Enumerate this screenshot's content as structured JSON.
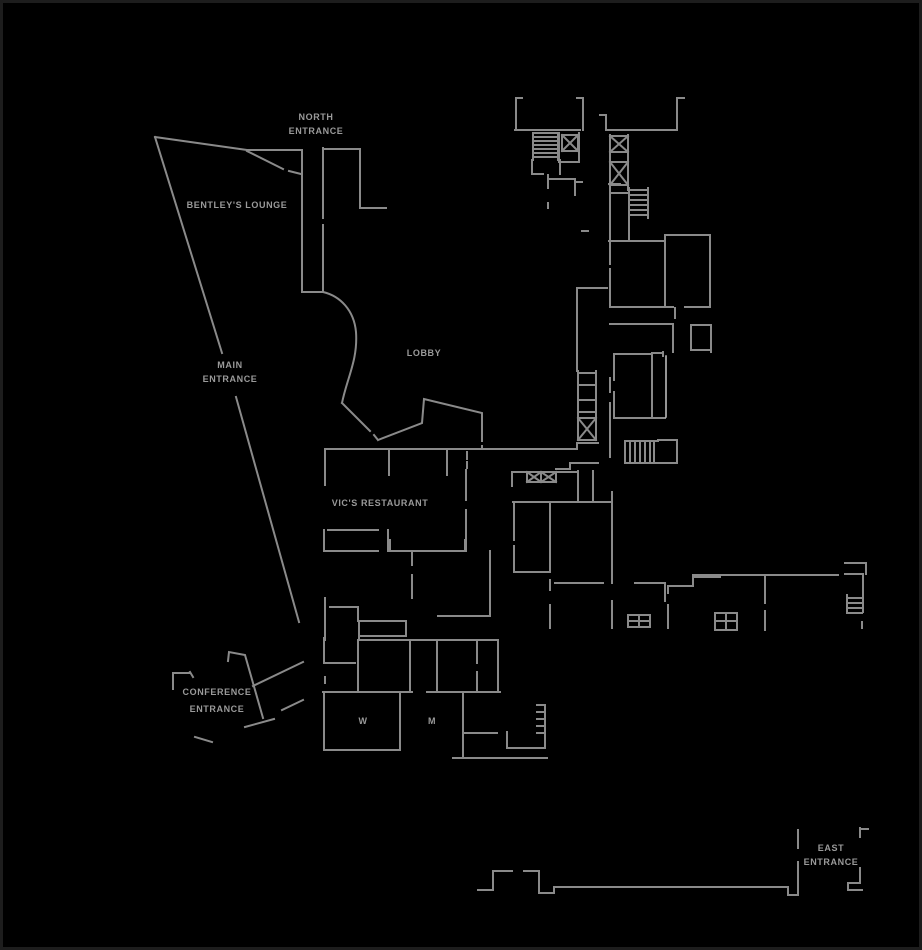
{
  "title": "Hotel ground floor plan",
  "colors": {
    "background": "#000000",
    "wall": "#8a8a8a",
    "text": "#9a9a9a",
    "highlight": "#c6c6c6"
  },
  "rooms": {
    "north_entrance": {
      "lines": [
        "NORTH",
        "ENTRANCE"
      ]
    },
    "bentleys_lounge": {
      "lines": [
        "BENTLEY'S LOUNGE"
      ]
    },
    "main_entrance": {
      "lines": [
        "MAIN",
        "ENTRANCE"
      ]
    },
    "lobby": {
      "lines": [
        "LOBBY"
      ]
    },
    "vics_restaurant": {
      "lines": [
        "VIC'S RESTAURANT"
      ]
    },
    "conference_entrance": {
      "lines": [
        "CONFERENCE",
        "ENTRANCE"
      ]
    },
    "east_entrance": {
      "lines": [
        "EAST",
        "ENTRANCE"
      ]
    },
    "restroom_women": {
      "lines": [
        "W"
      ]
    },
    "restroom_men": {
      "lines": [
        "M"
      ]
    }
  },
  "symbols": {
    "elevator": "box-with-x",
    "stairs": "parallel-treads",
    "table": "quad-rect"
  }
}
